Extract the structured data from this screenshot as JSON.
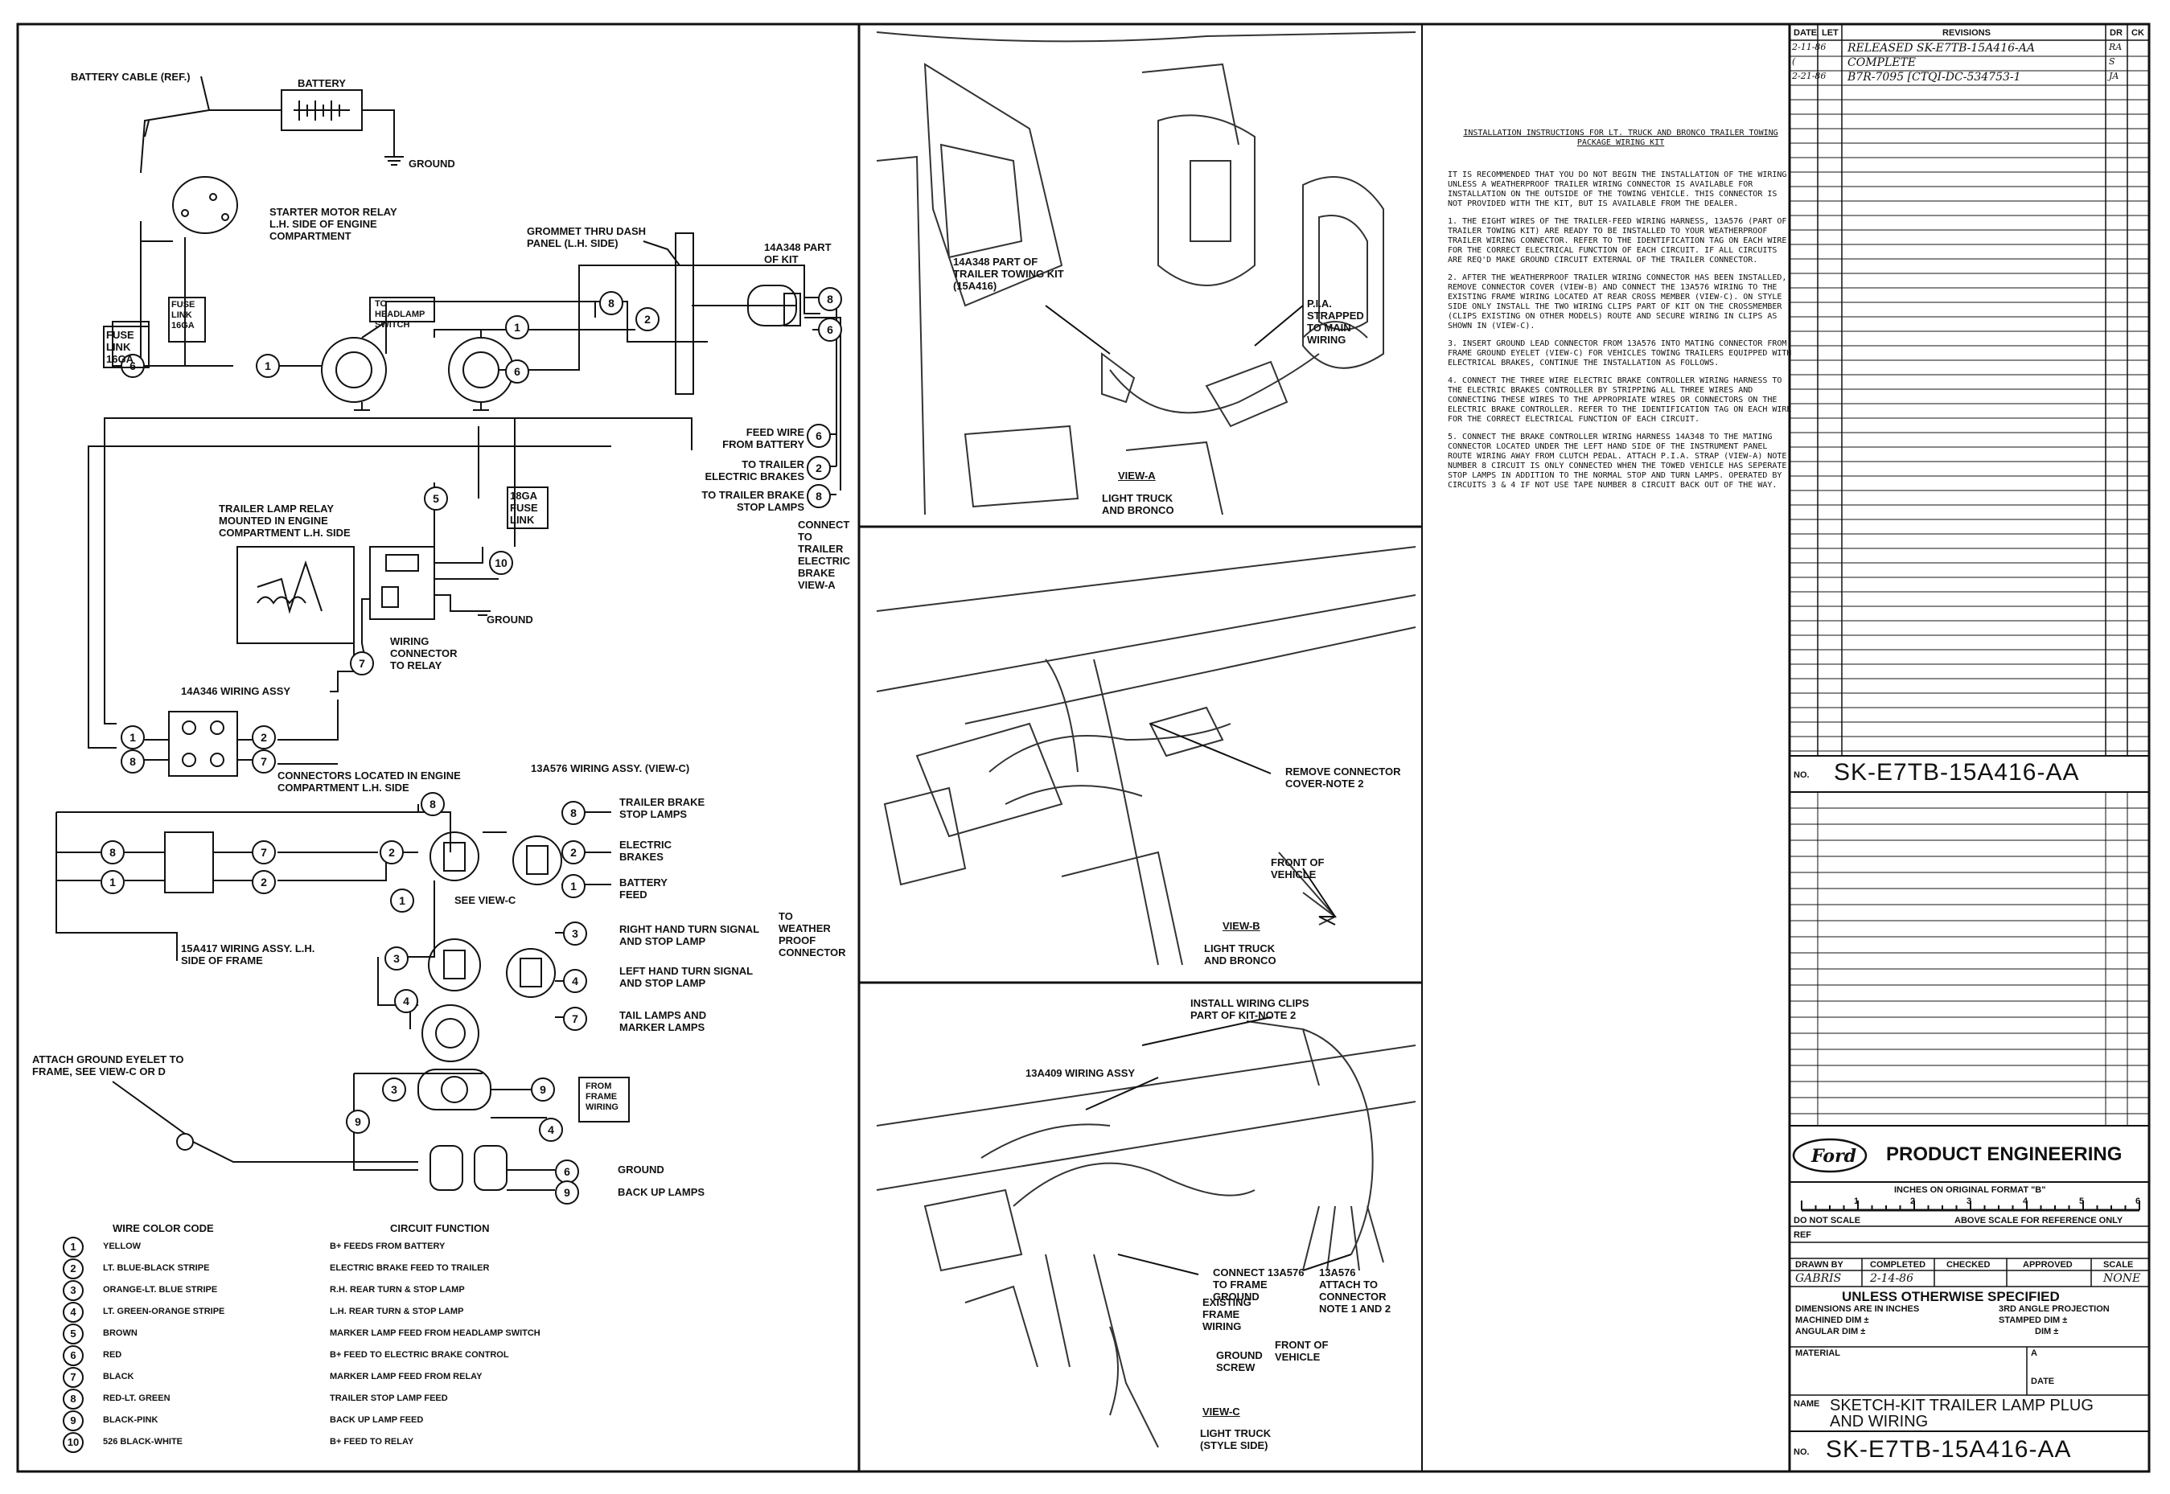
{
  "wiring": {
    "battery_cable": "BATTERY CABLE (REF.)",
    "battery": "BATTERY",
    "ground": "GROUND",
    "starter_relay": "STARTER MOTOR RELAY L.H. SIDE OF ENGINE COMPARTMENT",
    "fuse_link_left": "FUSE LINK 16GA",
    "fuse_link_mid": "FUSE LINK 16GA",
    "to_headlamp_switch": "TO HEADLAMP SWITCH",
    "grommet": "GROMMET THRU DASH PANEL (L.H. SIDE)",
    "part_14a348": "14A348 PART OF KIT",
    "feed_wire": "FEED WIRE FROM BATTERY",
    "to_trailer_brakes": "TO TRAILER ELECTRIC BRAKES",
    "to_trailer_stop": "TO TRAILER BRAKE STOP LAMPS",
    "connect_to_trailer": "CONNECT TO TRAILER ELECTRIC BRAKE VIEW-A",
    "fuse_18ga": "18GA FUSE LINK",
    "trailer_lamp_relay": "TRAILER LAMP RELAY MOUNTED IN ENGINE COMPARTMENT L.H. SIDE",
    "wiring_connector_relay": "WIRING CONNECTOR TO RELAY",
    "assy_14a346": "14A346 WIRING ASSY",
    "connectors_located": "CONNECTORS LOCATED IN ENGINE COMPARTMENT L.H. SIDE",
    "assy_13a576": "13A576 WIRING ASSY. (VIEW-C)",
    "trailer_brake_stop": "TRAILER BRAKE STOP LAMPS",
    "electric_brakes": "ELECTRIC BRAKES",
    "battery_feed": "BATTERY FEED",
    "see_view_c": "SEE VIEW-C",
    "assy_15a417": "15A417 WIRING ASSY. L.H. SIDE OF FRAME",
    "to_weatherproof": "TO WEATHER PROOF CONNECTOR",
    "rh_turn": "RIGHT HAND TURN SIGNAL AND STOP LAMP",
    "lh_turn": "LEFT HAND TURN SIGNAL AND STOP LAMP",
    "tail_lamps": "TAIL LAMPS AND MARKER LAMPS",
    "attach_ground": "ATTACH GROUND EYELET TO FRAME, SEE VIEW-C OR D",
    "from_frame": "FROM FRAME WIRING",
    "back_up": "BACK UP LAMPS",
    "ground2": "GROUND"
  },
  "legend": {
    "col1": "WIRE COLOR CODE",
    "col2": "CIRCUIT FUNCTION",
    "rows": [
      {
        "num": "1",
        "color": "YELLOW",
        "function": "B+ FEEDS FROM BATTERY"
      },
      {
        "num": "2",
        "color": "LT. BLUE-BLACK STRIPE",
        "function": "ELECTRIC BRAKE FEED TO TRAILER"
      },
      {
        "num": "3",
        "color": "ORANGE-LT. BLUE STRIPE",
        "function": "R.H. REAR TURN & STOP LAMP"
      },
      {
        "num": "4",
        "color": "LT. GREEN-ORANGE STRIPE",
        "function": "L.H. REAR TURN & STOP LAMP"
      },
      {
        "num": "5",
        "color": "BROWN",
        "function": "MARKER LAMP FEED FROM HEADLAMP SWITCH"
      },
      {
        "num": "6",
        "color": "RED",
        "function": "B+ FEED TO ELECTRIC BRAKE CONTROL"
      },
      {
        "num": "7",
        "color": "BLACK",
        "function": "MARKER LAMP FEED FROM RELAY"
      },
      {
        "num": "8",
        "color": "RED-LT. GREEN",
        "function": "TRAILER STOP LAMP FEED"
      },
      {
        "num": "9",
        "color": "BLACK-PINK",
        "function": "BACK UP LAMP FEED"
      },
      {
        "num": "10",
        "color": "526 BLACK-WHITE",
        "function": "B+ FEED TO RELAY"
      }
    ]
  },
  "views": {
    "view_a_part": "14A348 PART OF TRAILER TOWING KIT (15A416)",
    "pia": "P.I.A. STRAPPED TO MAIN WIRING",
    "view_a_title": "VIEW-A",
    "view_a_sub": "LIGHT TRUCK AND BRONCO",
    "remove_connector": "REMOVE CONNECTOR COVER-NOTE 2",
    "front_vehicle": "FRONT OF VEHICLE",
    "view_b_title": "VIEW-B",
    "view_b_sub": "LIGHT TRUCK AND BRONCO",
    "install_clips": "INSTALL WIRING CLIPS PART OF KIT-NOTE 2",
    "assy_13a409": "13A409 WIRING ASSY",
    "connect_frame": "CONNECT 13A576 TO FRAME GROUND",
    "existing_frame": "EXISTING FRAME WIRING",
    "ground_screw": "GROUND SCREW",
    "attach_connector": "13A576 ATTACH TO CONNECTOR NOTE 1 AND 2",
    "front_vehicle2": "FRONT OF VEHICLE",
    "view_c_title": "VIEW-C",
    "view_c_sub": "LIGHT TRUCK (STYLE SIDE)"
  },
  "instructions": {
    "title": "INSTALLATION INSTRUCTIONS FOR LT. TRUCK AND BRONCO TRAILER TOWING PACKAGE WIRING KIT",
    "intro": "IT IS RECOMMENDED THAT YOU DO NOT BEGIN THE INSTALLATION OF THE WIRING UNLESS A WEATHERPROOF TRAILER WIRING CONNECTOR IS AVAILABLE FOR INSTALLATION ON THE OUTSIDE OF THE TOWING VEHICLE. THIS CONNECTOR IS NOT PROVIDED WITH THE KIT, BUT IS AVAILABLE FROM THE DEALER.",
    "steps": [
      "1. THE EIGHT WIRES OF THE TRAILER-FEED WIRING HARNESS, 13A576 (PART OF TRAILER TOWING KIT) ARE READY TO BE INSTALLED TO YOUR WEATHERPROOF TRAILER WIRING CONNECTOR. REFER TO THE IDENTIFICATION TAG ON EACH WIRE FOR THE CORRECT ELECTRICAL FUNCTION OF EACH CIRCUIT. IF ALL CIRCUITS ARE REQ'D MAKE GROUND CIRCUIT EXTERNAL OF THE TRAILER CONNECTOR.",
      "2. AFTER THE WEATHERPROOF TRAILER WIRING CONNECTOR HAS BEEN INSTALLED, REMOVE CONNECTOR COVER (VIEW-B) AND CONNECT THE 13A576 WIRING TO THE EXISTING FRAME WIRING LOCATED AT REAR CROSS MEMBER (VIEW-C). ON STYLE SIDE ONLY INSTALL THE TWO WIRING CLIPS PART OF KIT ON THE CROSSMEMBER (CLIPS EXISTING ON OTHER MODELS) ROUTE AND SECURE WIRING IN CLIPS AS SHOWN IN (VIEW-C).",
      "3. INSERT GROUND LEAD CONNECTOR FROM 13A576 INTO MATING CONNECTOR FROM FRAME GROUND EYELET (VIEW-C) FOR VEHICLES TOWING TRAILERS EQUIPPED WITH ELECTRICAL BRAKES, CONTINUE THE INSTALLATION AS FOLLOWS.",
      "4. CONNECT THE THREE WIRE ELECTRIC BRAKE CONTROLLER WIRING HARNESS TO THE ELECTRIC BRAKES CONTROLLER BY STRIPPING ALL THREE WIRES AND CONNECTING THESE WIRES TO THE APPROPRIATE WIRES OR CONNECTORS ON THE ELECTRIC BRAKE CONTROLLER. REFER TO THE IDENTIFICATION TAG ON EACH WIRE FOR THE CORRECT ELECTRICAL FUNCTION OF EACH CIRCUIT.",
      "5. CONNECT THE BRAKE CONTROLLER WIRING HARNESS 14A348 TO THE MATING CONNECTOR LOCATED UNDER THE LEFT HAND SIDE OF THE INSTRUMENT PANEL ROUTE WIRING AWAY FROM CLUTCH PEDAL. ATTACH P.I.A. STRAP (VIEW-A) NOTE: NUMBER 8 CIRCUIT IS ONLY CONNECTED WHEN THE TOWED VEHICLE HAS SEPERATE STOP LAMPS IN ADDITION TO THE NORMAL STOP AND TURN LAMPS. OPERATED BY CIRCUITS 3 & 4 IF NOT USE TAPE NUMBER 8 CIRCUIT BACK OUT OF THE WAY."
    ]
  },
  "revisions": {
    "headers": [
      "DATE",
      "LET",
      "REVISIONS",
      "DR",
      "CK"
    ],
    "rows": [
      {
        "date": "2-11-86",
        "let": "",
        "desc": "RELEASED SK-E7TB-15A416-AA",
        "dr": "RA",
        "ck": ""
      },
      {
        "date": "(",
        "let": "",
        "desc": "COMPLETE",
        "dr": "S",
        "ck": ""
      },
      {
        "date": "2-21-86",
        "let": "",
        "desc": "B7R-7095 [CTQI-DC-534753-1",
        "dr": "JA",
        "ck": ""
      }
    ]
  },
  "title_block": {
    "no_label": "NO.",
    "number_mid": "SK-E7TB-15A416-AA",
    "company": "PRODUCT ENGINEERING",
    "brand": "Ford",
    "inches": "INCHES ON ORIGINAL FORMAT \"B\"",
    "scale_nums": [
      "1",
      "2",
      "3",
      "4",
      "5",
      "6"
    ],
    "do_not_scale": "DO NOT SCALE",
    "above_scale": "ABOVE SCALE FOR REFERENCE ONLY",
    "ref": "REF",
    "drawn_by": "DRAWN BY",
    "completed": "COMPLETED",
    "checked": "CHECKED",
    "approved": "APPROVED",
    "scale": "SCALE",
    "drawn_value": "GABRIS",
    "completed_value": "2-14-86",
    "scale_value": "NONE",
    "unless": "UNLESS OTHERWISE SPECIFIED",
    "dims": "DIMENSIONS ARE IN INCHES",
    "angle": "3rd ANGLE PROJECTION",
    "machined": "MACHINED DIM ±",
    "stamped": "STAMPED DIM ±",
    "angular": "ANGULAR DIM ±",
    "dim": "DIM ±",
    "material": "MATERIAL",
    "a": "A",
    "date": "DATE",
    "name_label": "NAME",
    "name_value": "SKETCH-KIT TRAILER LAMP PLUG AND WIRING",
    "number_bottom": "SK-E7TB-15A416-AA"
  }
}
